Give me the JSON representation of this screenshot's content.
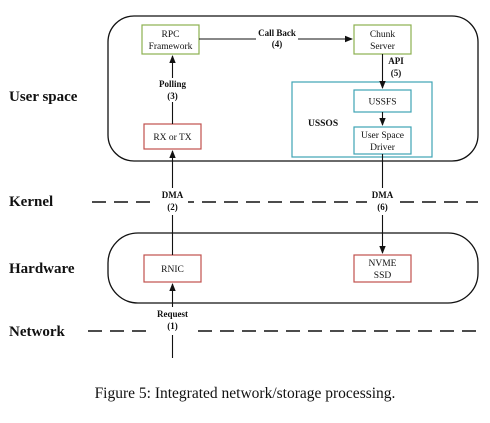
{
  "layers": {
    "user_space": "User space",
    "kernel": "Kernel",
    "hardware": "Hardware",
    "network": "Network"
  },
  "boxes": {
    "rpc": [
      "RPC",
      "Framework"
    ],
    "chunk": [
      "Chunk",
      "Server"
    ],
    "rxtx": [
      "RX or TX"
    ],
    "ussfs": [
      "USSFS"
    ],
    "driver": [
      "User Space",
      "Driver"
    ],
    "rnic": [
      "RNIC"
    ],
    "nvme": [
      "NVME",
      "SSD"
    ]
  },
  "region": {
    "ussos": "USSOS"
  },
  "edges": {
    "callback": [
      "Call Back",
      "(4)"
    ],
    "api": [
      "API",
      "(5)"
    ],
    "polling": [
      "Polling",
      "(3)"
    ],
    "dma2": [
      "DMA",
      "(2)"
    ],
    "dma6": [
      "DMA",
      "(6)"
    ],
    "request": [
      "Request",
      "(1)"
    ]
  },
  "colors": {
    "green_box": "#8db04f",
    "red_box": "#c0504d",
    "blue_box": "#3ea3b5"
  },
  "caption": "Figure 5: Integrated network/storage processing."
}
